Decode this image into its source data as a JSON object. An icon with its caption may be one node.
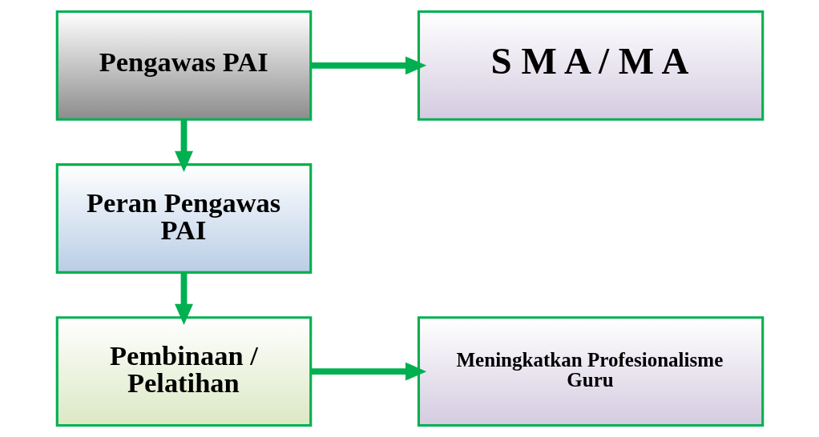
{
  "diagram": {
    "nodes": [
      {
        "text": [
          "Pengawas PAI"
        ]
      },
      {
        "text": [
          "S M A / M A"
        ]
      },
      {
        "text": [
          "Peran Pengawas PAI"
        ]
      },
      {
        "text": [
          "Pembinaan / Pelatihan"
        ]
      },
      {
        "text": [
          "Meningkatkan Profesionalisme Guru"
        ]
      }
    ],
    "edges": [
      {
        "from": 0,
        "to": 1,
        "arrow": "to"
      },
      {
        "from": 0,
        "to": 2,
        "arrow": "to"
      },
      {
        "from": 2,
        "to": 3,
        "arrow": "to"
      },
      {
        "from": 3,
        "to": 4,
        "arrow": "to"
      }
    ]
  }
}
